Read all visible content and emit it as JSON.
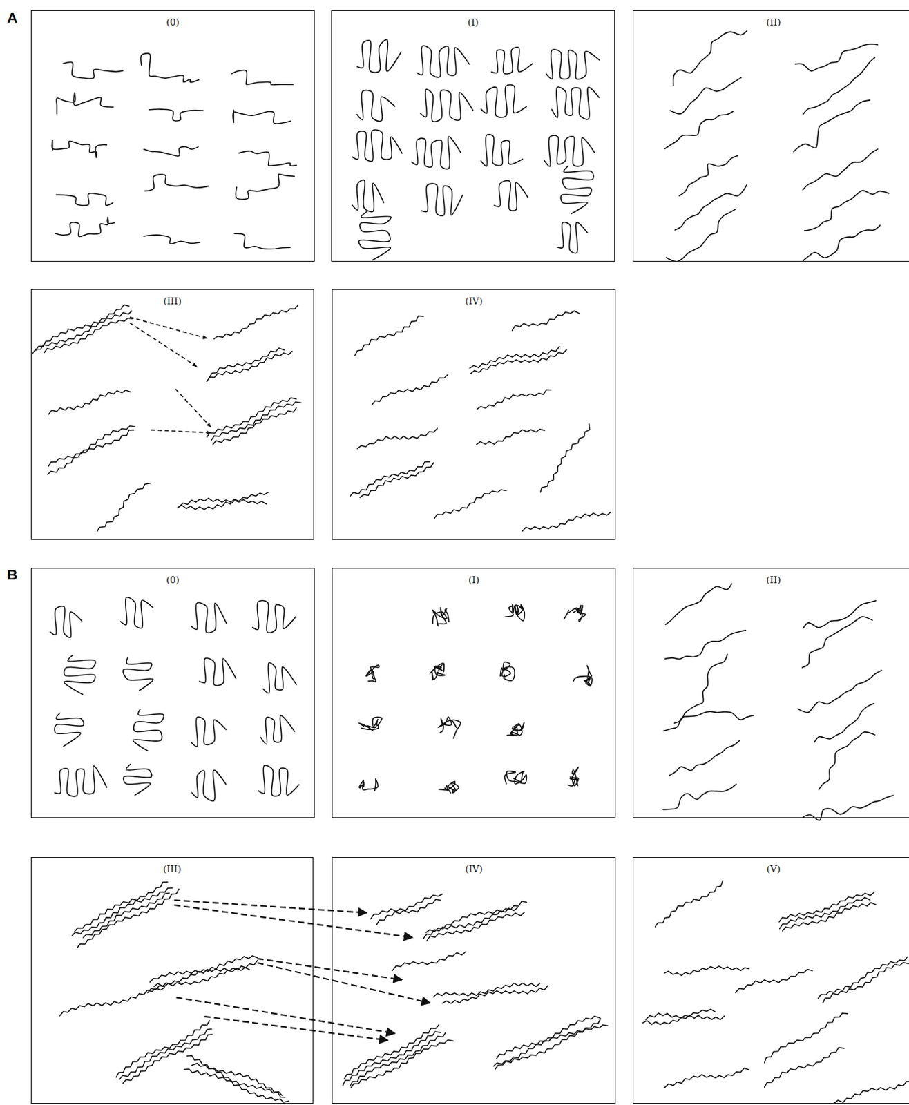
{
  "diagram": {
    "nodes": [
      {
        "text": [
          "(0)"
        ]
      },
      {
        "text": [
          "(I)"
        ]
      },
      {
        "text": [
          "(II)"
        ]
      },
      {
        "text": [
          "(III)"
        ]
      },
      {
        "text": [
          "(IV)"
        ]
      },
      {
        "text": [
          "(0)"
        ]
      },
      {
        "text": [
          "(I)"
        ]
      },
      {
        "text": [
          "(II)"
        ]
      },
      {
        "text": [
          "(III)"
        ]
      },
      {
        "text": [
          "(IV)"
        ]
      },
      {
        "text": [
          "(V)"
        ]
      }
    ],
    "labels": [
      "A",
      "B"
    ]
  }
}
